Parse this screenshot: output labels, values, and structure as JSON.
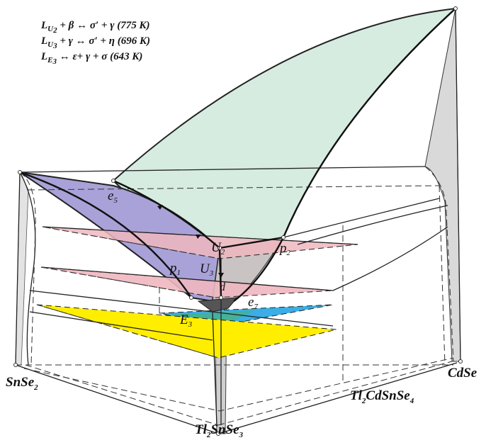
{
  "reactions": [
    {
      "lhs_main": "L",
      "lhs_sub_letter": "U",
      "lhs_sub_num": "2",
      "rhs": " + β ↔ σ′ + γ (775 K)"
    },
    {
      "lhs_main": "L",
      "lhs_sub_letter": "U",
      "lhs_sub_num": "3",
      "rhs": " + γ ↔ σ′ + η (696 K)"
    },
    {
      "lhs_main": "L",
      "lhs_sub_letter": "E",
      "lhs_sub_num": "3",
      "rhs": " ↔ ε+ γ + σ (643 K)"
    }
  ],
  "vertices": {
    "snse2": {
      "main": "SnSe",
      "sub": "2"
    },
    "cdse": {
      "main": "CdSe"
    },
    "tl2snse3": {
      "main": "Tl",
      "sub1": "2",
      "mid": "SnSe",
      "sub2": "3"
    },
    "tl2cdsnse4": {
      "main": "Tl",
      "sub1": "2",
      "mid": "CdSnSe",
      "sub2": "4"
    }
  },
  "points": {
    "e5": {
      "main": "e",
      "sub": "5"
    },
    "u2": {
      "main": "U",
      "sub": "2"
    },
    "u3": {
      "main": "U",
      "sub": "3"
    },
    "p1": {
      "main": "p",
      "sub": "1"
    },
    "p2": {
      "main": "p",
      "sub": "2"
    },
    "e7": {
      "main": "e",
      "sub": "7"
    },
    "e3": {
      "main": "E",
      "sub": "3"
    },
    "d": {
      "main": "d"
    }
  },
  "colors": {
    "liquidus_cdse": "#d6ece0",
    "liquidus_snse2": "#a9a2d8",
    "plane_pink": "#f0b7c0",
    "plane_blue": "#3aaee6",
    "plane_yellow": "#ffee00",
    "line": "#222222"
  }
}
